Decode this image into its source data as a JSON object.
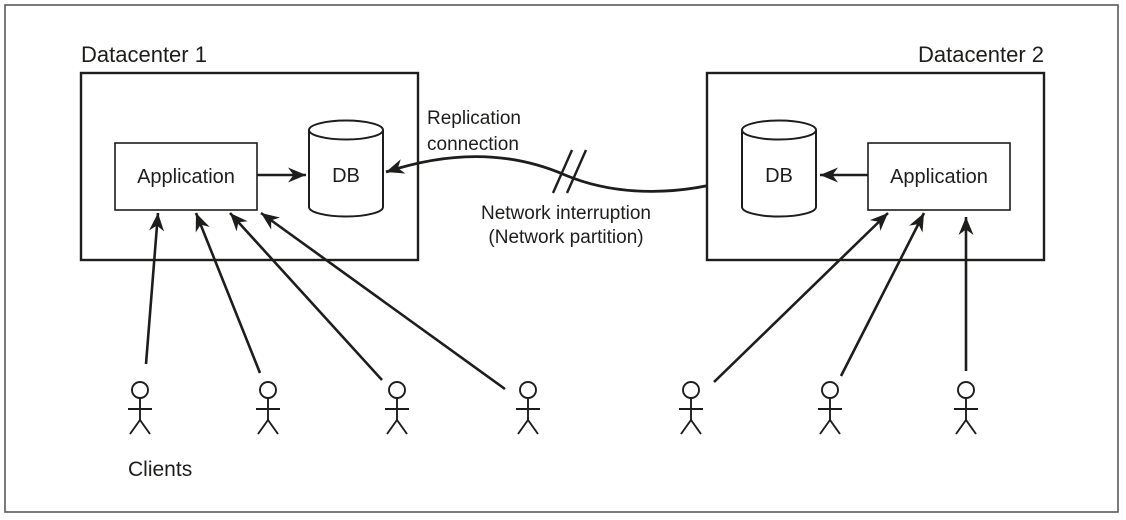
{
  "diagram": {
    "datacenter1": {
      "label": "Datacenter 1",
      "application": "Application",
      "db": "DB"
    },
    "datacenter2": {
      "label": "Datacenter 2",
      "application": "Application",
      "db": "DB"
    },
    "replication": {
      "line1": "Replication",
      "line2": "connection"
    },
    "interruption": {
      "line1": "Network interruption",
      "line2": "(Network partition)"
    },
    "clients": {
      "label": "Clients",
      "left_count": 4,
      "right_count": 3,
      "total": 7
    }
  },
  "colors": {
    "ink": "#1d1d1b",
    "frame": "#5a5a5a",
    "background": "#ffffff"
  }
}
